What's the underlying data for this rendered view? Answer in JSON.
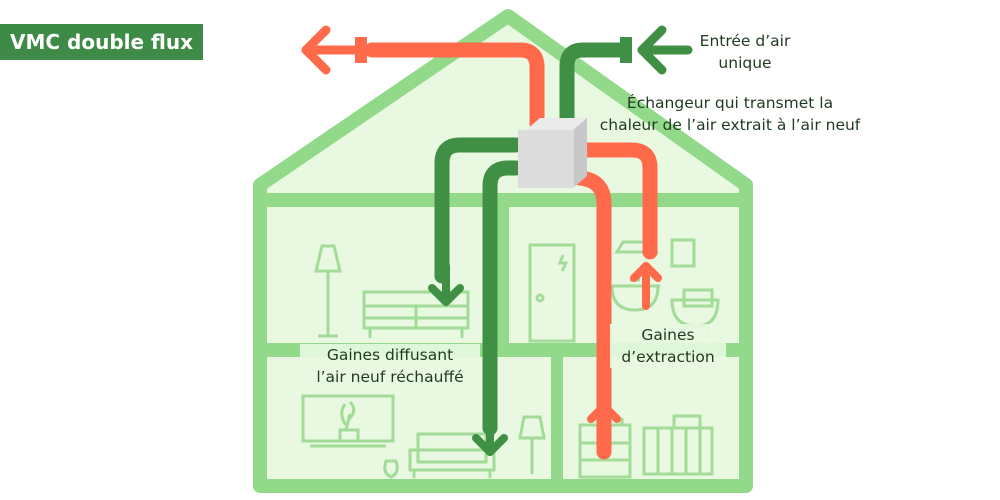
{
  "title": "VMC double flux",
  "labels": {
    "intake": [
      "Entrée d’air",
      "unique"
    ],
    "exchanger": [
      "Échangeur qui transmet la",
      "chaleur de l’air extrait à l’air neuf"
    ],
    "supply": [
      "Gaines diffusant",
      "l’air neuf réchauffé"
    ],
    "extraction": [
      "Gaines",
      "d’extraction"
    ]
  },
  "colors": {
    "fresh_air": "#3f8f44",
    "stale_air": "#ff6a4a",
    "house_outline": "#93d98a",
    "house_fill": "#e9f8e1",
    "furniture": "#a2dc98",
    "exchanger": "#dcdcdc",
    "badge": "#3d8b46"
  },
  "icons": [
    "sofa-icon",
    "floor-lamp-icon",
    "door-icon",
    "toilet-icon",
    "sink-icon",
    "tv-icon",
    "plant-icon",
    "armchair-icon",
    "dresser-icon",
    "radiator-icon"
  ]
}
